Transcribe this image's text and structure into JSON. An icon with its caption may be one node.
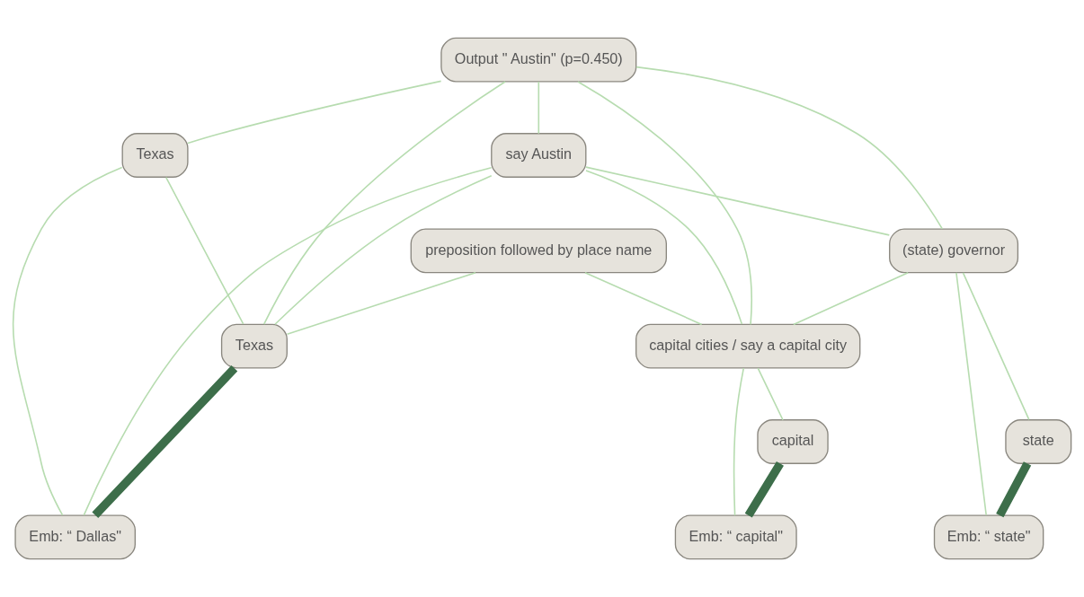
{
  "diagram": {
    "nodes": [
      {
        "text": [
          "Output \" Austin\" (p=0.450)"
        ]
      },
      {
        "text": [
          "Texas"
        ]
      },
      {
        "text": [
          "say Austin"
        ]
      },
      {
        "text": [
          "(state) governor"
        ]
      },
      {
        "text": [
          "preposition followed by place name"
        ]
      },
      {
        "text": [
          "Texas"
        ]
      },
      {
        "text": [
          "capital cities / say a capital city"
        ]
      },
      {
        "text": [
          "capital"
        ]
      },
      {
        "text": [
          "state"
        ]
      },
      {
        "text": [
          "Emb: “ capital\""
        ]
      },
      {
        "text": [
          "Emb: “ state\""
        ]
      },
      {
        "text": [
          "Emb: “ Dallas\""
        ]
      }
    ],
    "edges": [
      {
        "from": 9,
        "to": 7,
        "arrow": "none",
        "style": "thick",
        "color": "#3d6e4a"
      },
      {
        "from": 10,
        "to": 8,
        "arrow": "none",
        "style": "thick",
        "color": "#3d6e4a"
      },
      {
        "from": 11,
        "to": 5,
        "arrow": "none",
        "style": "thick",
        "color": "#3d6e4a"
      },
      {
        "from": 9,
        "to": 6,
        "arrow": "none"
      },
      {
        "from": 10,
        "to": 3,
        "arrow": "none"
      },
      {
        "from": 5,
        "to": 1,
        "arrow": "none"
      },
      {
        "from": 11,
        "to": 1,
        "arrow": "none"
      },
      {
        "from": 1,
        "to": 0,
        "arrow": "none"
      },
      {
        "from": 5,
        "to": 0,
        "arrow": "none"
      },
      {
        "from": 3,
        "to": 0,
        "arrow": "none"
      },
      {
        "from": 2,
        "to": 0,
        "arrow": "none"
      },
      {
        "from": 6,
        "to": 0,
        "arrow": "none"
      },
      {
        "from": 6,
        "to": 3,
        "arrow": "none"
      },
      {
        "from": 6,
        "to": 2,
        "arrow": "none"
      },
      {
        "from": 5,
        "to": 2,
        "arrow": "none"
      },
      {
        "from": 3,
        "to": 2,
        "arrow": "none"
      },
      {
        "from": 5,
        "to": 4,
        "arrow": "none"
      },
      {
        "from": 6,
        "to": 4,
        "arrow": "none"
      },
      {
        "from": 7,
        "to": 6,
        "arrow": "none"
      },
      {
        "from": 8,
        "to": 3,
        "arrow": "none"
      },
      {
        "from": 11,
        "to": 2,
        "arrow": "none"
      }
    ]
  }
}
